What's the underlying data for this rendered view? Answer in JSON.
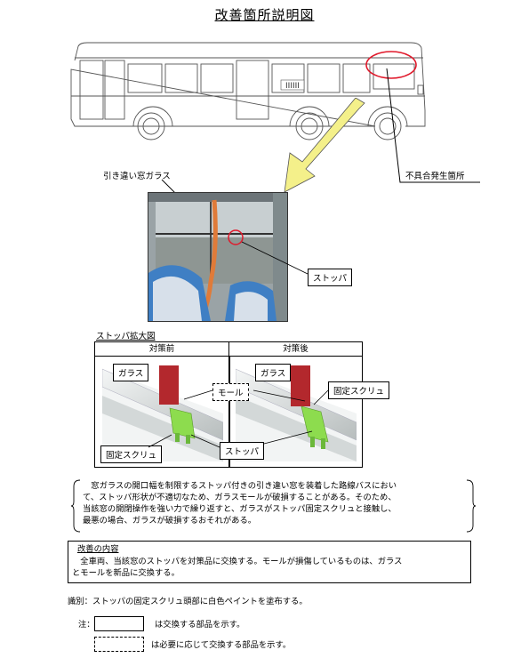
{
  "title": "改善箇所説明図",
  "bus": {
    "destination_sign": "IIIIII",
    "callout_defect_location": "不具合発生箇所"
  },
  "photo": {
    "label_window_glass": "引き違い窓ガラス",
    "label_stopper": "ストッパ"
  },
  "zoom": {
    "heading": "ストッパ拡大図",
    "col_before": "対策前",
    "col_after": "対策後",
    "label_glass": "ガラス",
    "label_glass_after": "ガラス",
    "label_mole": "モール",
    "label_fixing_screw_before": "固定スクリュ",
    "label_fixing_screw_after": "固定スクリュ",
    "label_stopper": "ストッパ"
  },
  "description": {
    "lines": [
      "　窓ガラスの開口幅を制限するストッパ付きの引き違い窓を装着した路線バスにおい",
      "て、ストッパ形状が不適切なため、ガラスモールが破損することがある。そのため、",
      "当該窓の開閉操作を強い力で繰り返すと、ガラスがストッパ固定スクリュと接触し、",
      "最悪の場合、ガラスが破損するおそれがある。"
    ]
  },
  "improvement": {
    "heading": "改善の内容",
    "lines": [
      "　全車両、当該窓のストッパを対策品に交換する。モールが損傷しているものは、ガラス",
      "とモールを新品に交換する。"
    ]
  },
  "identification": "識別：ストッパの固定スクリュ頭部に白色ペイントを塗布する。",
  "notes": {
    "prefix": "注：",
    "solid_box_text": "は交換する部品を示す。",
    "dashed_box_text": "は必要に応じて交換する部品を示す。"
  },
  "colors": {
    "callout_circle": "#e0192b",
    "arrow_fill": "#f4f08a",
    "glass_red": "#b3282d",
    "stopper_green": "#8ddc4e",
    "seat_blue": "#3f7fc4",
    "pole_orange": "#e07b39"
  }
}
